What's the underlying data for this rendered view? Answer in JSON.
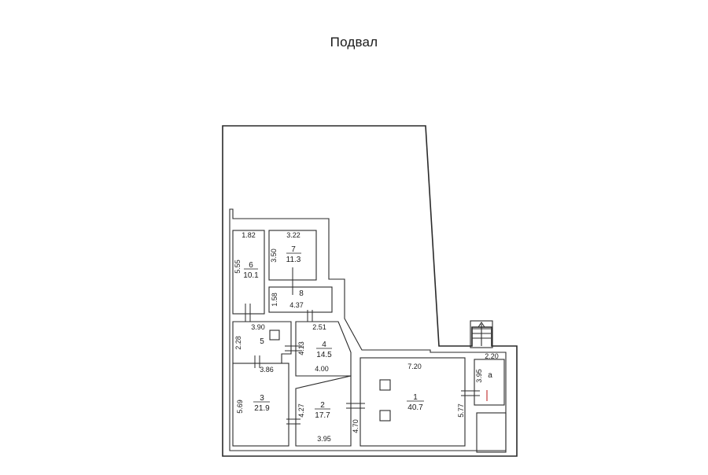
{
  "title": "Подвал",
  "rooms": [
    {
      "id": "6",
      "number": "6",
      "area": "10.1",
      "width": "1.82",
      "length": "5.55"
    },
    {
      "id": "7",
      "number": "7",
      "area": "11.3",
      "width": "3.22",
      "length": "3.50"
    },
    {
      "id": "8",
      "number": "8",
      "width": "4.37",
      "length": "1.58"
    },
    {
      "id": "5",
      "number": "5",
      "width": "3.90",
      "length": "2.28"
    },
    {
      "id": "4",
      "number": "4",
      "area": "14.5",
      "width": "2.51",
      "length": "4.13",
      "bottom": "4.00"
    },
    {
      "id": "3",
      "number": "3",
      "area": "21.9",
      "width": "3.86",
      "length": "5.69"
    },
    {
      "id": "2",
      "number": "2",
      "area": "17.7",
      "width": "3.95",
      "length": "4.27"
    },
    {
      "id": "1",
      "number": "1",
      "area": "40.7",
      "width": "7.20",
      "length": "5.77",
      "side": "4.70"
    },
    {
      "id": "a",
      "number": "а",
      "width": "2.20",
      "length": "3.95"
    }
  ]
}
